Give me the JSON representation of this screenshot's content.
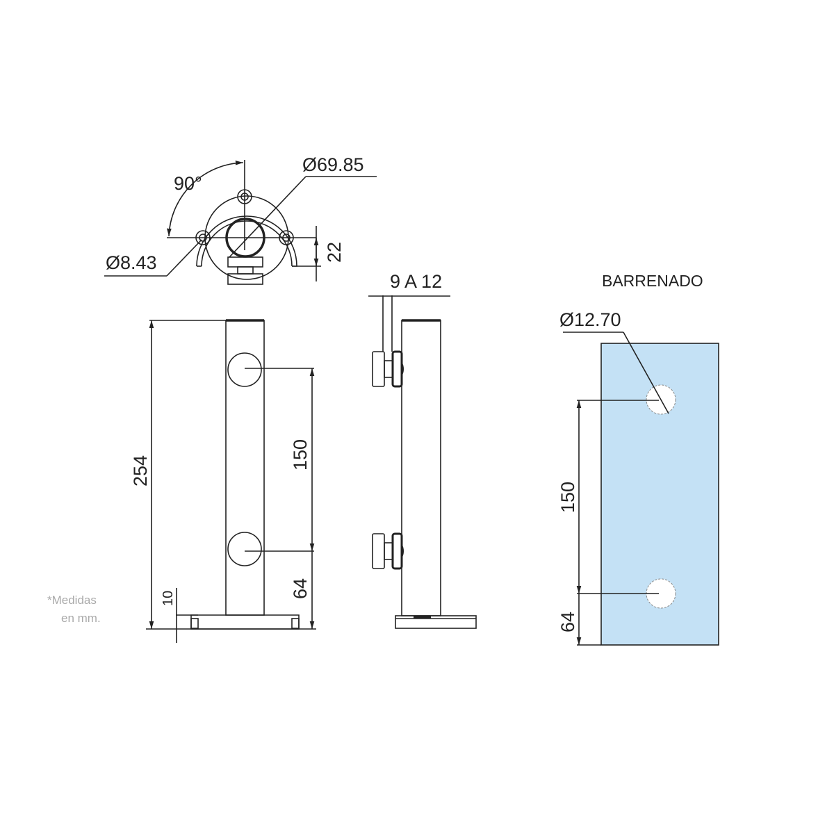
{
  "top_view": {
    "angle_label": "90°",
    "outer_diameter_label": "Ø69.85",
    "hole_diameter_label": "Ø8.43",
    "offset_label": "22"
  },
  "front_view": {
    "height_label": "254",
    "hole_spacing_label": "150",
    "bottom_hole_label": "64",
    "base_thickness_label": "10"
  },
  "side_view": {
    "glass_thickness_label": "9 A 12"
  },
  "drilling_view": {
    "title": "BARRENADO",
    "hole_diameter_label": "Ø12.70",
    "hole_spacing_label": "150",
    "bottom_hole_label": "64",
    "glass_color": "#c4e1f5"
  },
  "note": {
    "line1": "*Medidas",
    "line2": "en mm."
  }
}
